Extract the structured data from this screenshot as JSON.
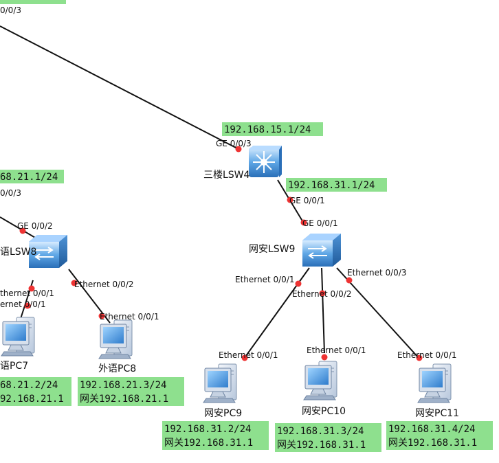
{
  "colors": {
    "label_bg": "#8ee08e",
    "port": "#ee3333",
    "link": "#111111"
  },
  "ports": {
    "top": "0/0/3",
    "lsw4_up": "GE 0/0/3",
    "lsw4_down": "GE 0/0/1",
    "lsw9_up": "GE 0/0/1",
    "lsw8_up": "GE 0/0/2",
    "lsw8_upper": "0/0/3",
    "lsw8_pc7_a": "thernet 0/0/1",
    "lsw8_pc7_b": "ernet 0/0/1",
    "lsw8_pc8": "Ethernet 0/0/2",
    "pc8_port": "Ethernet 0/0/1",
    "lsw9_pc9": "Ethernet 0/0/1",
    "lsw9_pc10": "Ethernet 0/0/2",
    "lsw9_pc11": "Ethernet 0/0/3",
    "pc9_port": "Ethernet 0/0/1",
    "pc10_port": "Ethernet 0/0/1",
    "pc11_port": "Ethernet 0/0/1"
  },
  "devices": {
    "lsw4": "三楼LSW4",
    "lsw8": "语LSW8",
    "lsw9": "网安LSW9",
    "pc7": "语PC7",
    "pc8": "外语PC8",
    "pc9": "网安PC9",
    "pc10": "网安PC10",
    "pc11": "网安PC11"
  },
  "addresses": {
    "lsw4_ip": "192.168.15.1/24",
    "lsw9_gw": "192.168.31.1/24",
    "lsw8_gw": "68.21.1/24",
    "pc7_ip": "68.21.2/24",
    "pc7_gw": "92.168.21.1",
    "pc8_ip": "192.168.21.3/24",
    "pc8_gw": "网关192.168.21.1",
    "pc9_ip": "192.168.31.2/24",
    "pc9_gw": "网关192.168.31.1",
    "pc10_ip": "192.168.31.3/24",
    "pc10_gw": "网关192.168.31.1",
    "pc11_ip": "192.168.31.4/24",
    "pc11_gw": "网关192.168.31.1"
  }
}
